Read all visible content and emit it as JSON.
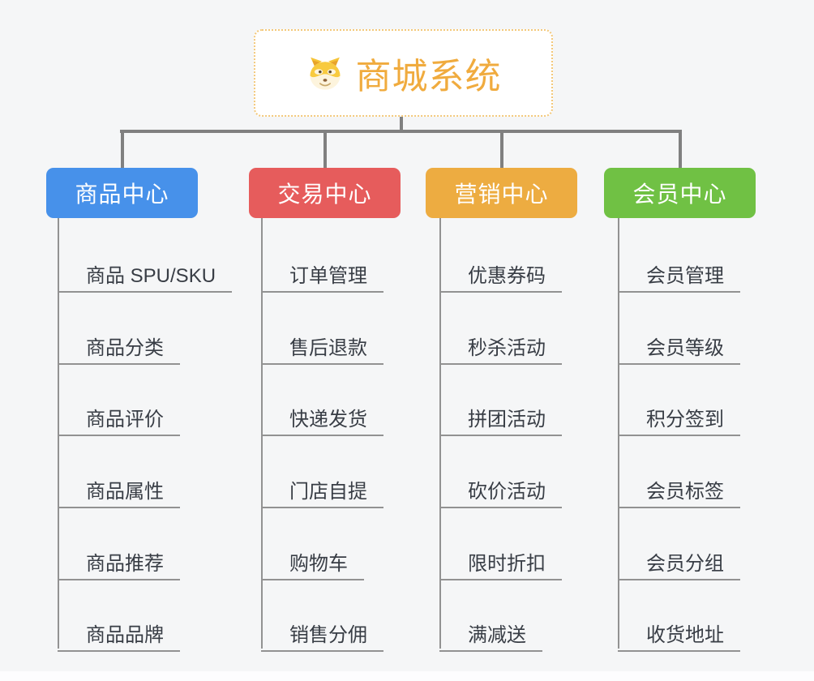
{
  "root": {
    "title": "商城系统",
    "icon": "dog-face-icon"
  },
  "branches": [
    {
      "id": "product-center",
      "label": "商品中心",
      "color": "#4791ea",
      "children": [
        "商品 SPU/SKU",
        "商品分类",
        "商品评价",
        "商品属性",
        "商品推荐",
        "商品品牌"
      ]
    },
    {
      "id": "trade-center",
      "label": "交易中心",
      "color": "#e65c5c",
      "children": [
        "订单管理",
        "售后退款",
        "快递发货",
        "门店自提",
        "购物车",
        "销售分佣"
      ]
    },
    {
      "id": "marketing-center",
      "label": "营销中心",
      "color": "#edac41",
      "children": [
        "优惠券码",
        "秒杀活动",
        "拼团活动",
        "砍价活动",
        "限时折扣",
        "满减送"
      ]
    },
    {
      "id": "member-center",
      "label": "会员中心",
      "color": "#70c144",
      "children": [
        "会员管理",
        "会员等级",
        "积分签到",
        "会员标签",
        "会员分组",
        "收货地址"
      ]
    }
  ],
  "colors": {
    "background": "#f5f6f7",
    "connector": "#808080",
    "leaf_line": "#929292",
    "leaf_text": "#383d45",
    "root_text": "#f0ab3e",
    "root_border": "#f3c87a"
  }
}
